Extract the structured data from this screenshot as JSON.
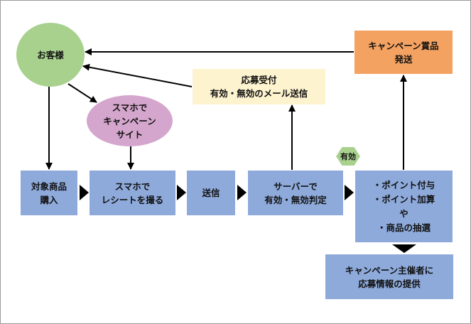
{
  "nodes": {
    "customer": {
      "label": "お客様",
      "color": "#a9d18e"
    },
    "smartphone_site": {
      "lines": [
        "スマホで",
        "キャンペーン",
        "サイト"
      ],
      "color": "#d5a6cd"
    },
    "purchase": {
      "lines": [
        "対象商品",
        "購入"
      ]
    },
    "take_receipt_photo": {
      "lines": [
        "スマホで",
        "レシートを撮る"
      ]
    },
    "send": {
      "label": "送信"
    },
    "server_judgement": {
      "lines": [
        "サーバーで",
        "有効・無効判定"
      ]
    },
    "rewards": {
      "lines": [
        "・ポイント付与",
        "・ポイント加算",
        "や",
        "・商品の抽選"
      ]
    },
    "application_receipt": {
      "lines": [
        "応募受付",
        "有効・無効のメール送信"
      ],
      "color": "#fdf3cf"
    },
    "prize_shipping": {
      "lines": [
        "キャンペーン賞品",
        "発送"
      ],
      "color": "#f4a261"
    },
    "provide_to_organizer": {
      "lines": [
        "キャンペーン主催者に",
        "応募情報の提供"
      ]
    }
  },
  "badge": {
    "label": "有効",
    "color": "#a9d18e"
  },
  "colors": {
    "process_blue": "#8eaadb",
    "arrow": "#000000"
  }
}
